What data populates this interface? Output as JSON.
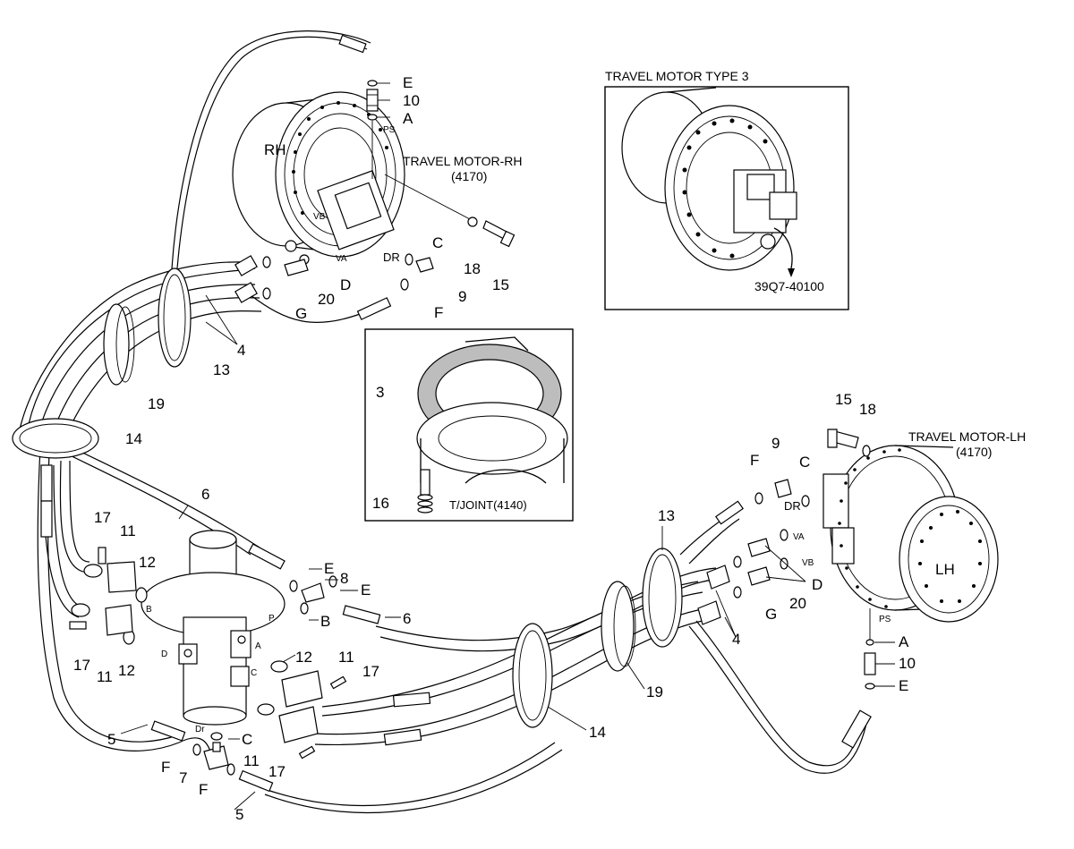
{
  "titles": {
    "motor_rh": "TRAVEL MOTOR-RH",
    "motor_rh_code": "(4170)",
    "motor_lh": "TRAVEL MOTOR-LH",
    "motor_lh_code": "(4170)",
    "type3": "TRAVEL MOTOR TYPE 3",
    "type3_code": "39Q7-40100",
    "tjoint": "T/JOINT(4140)"
  },
  "motor_marks": {
    "rh": "RH",
    "lh": "LH"
  },
  "callouts": {
    "rh_E": "E",
    "rh_10": "10",
    "rh_A": "A",
    "rh_PS": "PS",
    "rh_VB": "VB",
    "rh_VA": "VA",
    "rh_DR": "DR",
    "rh_C": "C",
    "rh_18": "18",
    "rh_15": "15",
    "rh_9": "9",
    "rh_F": "F",
    "rh_D": "D",
    "rh_20": "20",
    "rh_G": "G",
    "rh_4": "4",
    "rh_13": "13",
    "rh_19": "19",
    "left_14": "14",
    "tj_3": "3",
    "tj_16": "16",
    "mid_6": "6",
    "mid_17": "17",
    "mid_11": "11",
    "mid_12": "12",
    "swivel_B": "B",
    "swivel_P": "P",
    "swivel_D": "D",
    "swivel_A": "A",
    "swivel_C": "C",
    "swivel_Dr": "Dr",
    "mid_E1": "E",
    "mid_8": "8",
    "mid_E2": "E",
    "mid_B": "B",
    "mid_6b": "6",
    "low_17": "17",
    "low_11": "11",
    "low_12": "12",
    "r_12": "12",
    "r_11": "11",
    "r_17": "17",
    "bot_C": "C",
    "bot_11": "11",
    "bot_17": "17",
    "bot_5": "5",
    "bot_F1": "F",
    "bot_7": "7",
    "bot_F2": "F",
    "bot_5b": "5",
    "lh_15": "15",
    "lh_18": "18",
    "lh_9": "9",
    "lh_C": "C",
    "lh_F": "F",
    "lh_DR": "DR",
    "lh_VA": "VA",
    "lh_VB": "VB",
    "lh_D": "D",
    "lh_20": "20",
    "lh_G": "G",
    "lh_4": "4",
    "lh_13": "13",
    "lh_19": "19",
    "lh_14": "14",
    "lh_PS": "PS",
    "lh_A": "A",
    "lh_10": "10",
    "lh_E": "E"
  }
}
